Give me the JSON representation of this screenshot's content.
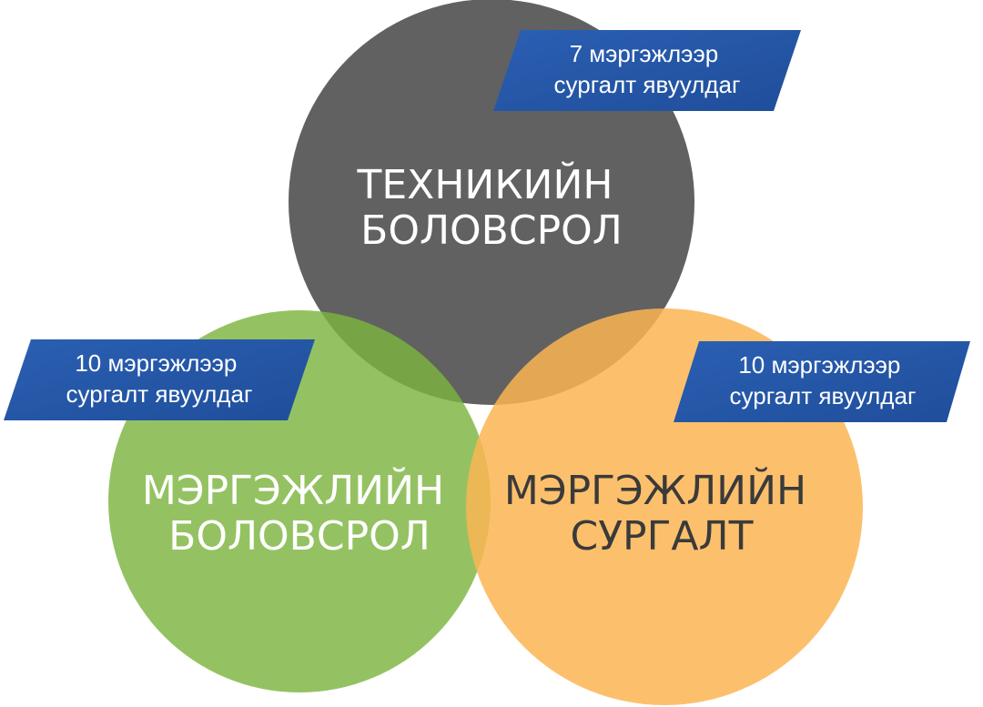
{
  "diagram": {
    "circles": [
      {
        "id": "technical",
        "label_line1": "ТЕХНИКИЙН",
        "label_line2": "БОЛОВСРОЛ",
        "fill": "#595959",
        "text_color": "#ffffff"
      },
      {
        "id": "vocational-education",
        "label_line1": "МЭРГЭЖЛИЙН",
        "label_line2": "БОЛОВСРОЛ",
        "fill": "#7db53f",
        "text_color": "#ffffff"
      },
      {
        "id": "vocational-training",
        "label_line1": "МЭРГЭЖЛИЙН",
        "label_line2": "СУРГАЛТ",
        "fill": "#fbb553",
        "text_color": "#3a3a3a"
      }
    ],
    "tags": [
      {
        "id": "technical-tag",
        "line1": "7 мэргэжлээр",
        "line2": "сургалт явуулдаг"
      },
      {
        "id": "vocational-education-tag",
        "line1": "10 мэргэжлээр",
        "line2": "сургалт явуулдаг"
      },
      {
        "id": "vocational-training-tag",
        "line1": "10 мэргэжлээр",
        "line2": "сургалт явуулдаг"
      }
    ],
    "tag_color": "#1f4e9a",
    "tag_color_light": "#2b5fb3"
  }
}
